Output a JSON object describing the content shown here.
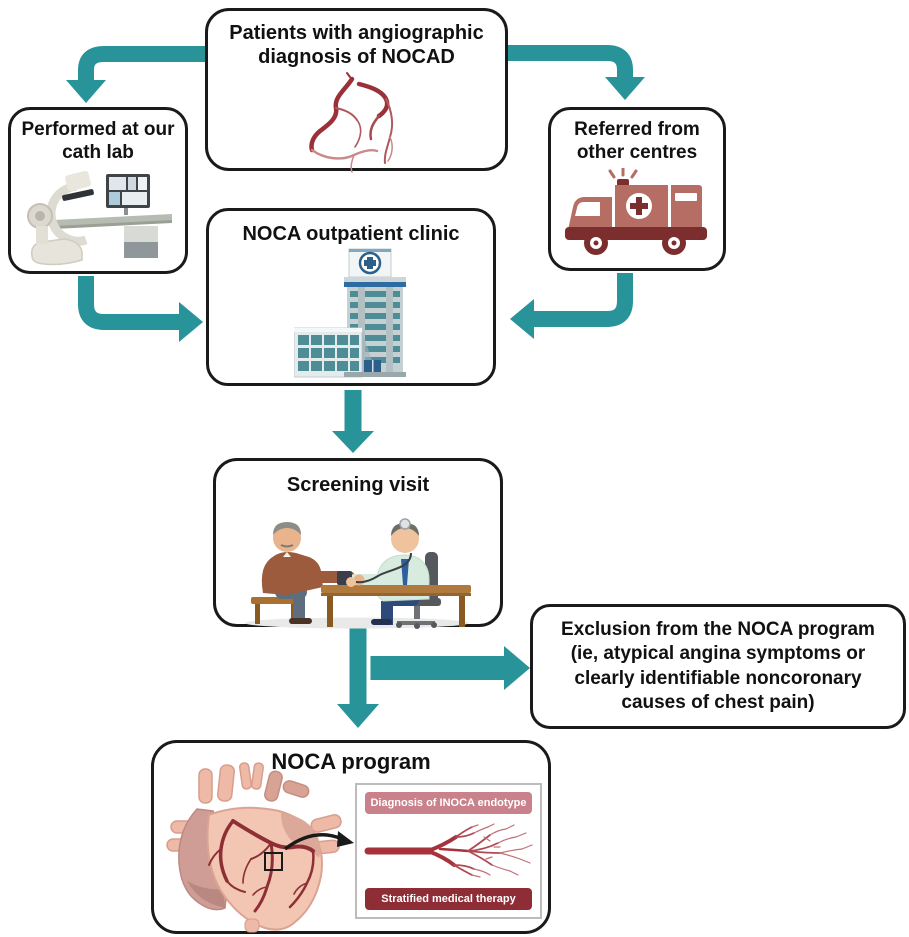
{
  "figure": {
    "type": "patient-flow-diagram",
    "colors": {
      "arrow_teal": "#29939A",
      "box_border": "#1A1A1A",
      "text": "#111111",
      "banner_pink_bg": "#C9818C",
      "banner_maroon_bg": "#8E2D35",
      "banner_text": "#FFFFFF",
      "vessel_red": "#A6323C",
      "background": "#FFFFFF"
    },
    "nodes": {
      "patients": {
        "label": "Patients with angiographic diagnosis of NOCAD",
        "icon": "coronary-angiogram-illustration"
      },
      "cath_lab": {
        "label": "Performed at our cath lab",
        "icon": "cath-lab-machine-illustration"
      },
      "referred": {
        "label": "Referred from other centres",
        "icon": "ambulance-illustration"
      },
      "clinic": {
        "label": "NOCA outpatient clinic",
        "icon": "hospital-building-illustration"
      },
      "screening": {
        "label": "Screening visit",
        "icon": "doctor-patient-blood-pressure-illustration"
      },
      "exclusion": {
        "label": "Exclusion from the NOCA program (ie, atypical angina symptoms or clearly identifiable noncoronary causes of chest pain)"
      },
      "program": {
        "label": "NOCA program",
        "icon": "heart-anatomy-illustration",
        "inset": {
          "top_banner": "Diagnosis of INOCA endotype",
          "bottom_banner": "Stratified medical therapy",
          "icon": "microvasculature-illustration"
        }
      }
    },
    "flow": [
      {
        "from": "patients",
        "to": "cath_lab"
      },
      {
        "from": "patients",
        "to": "referred"
      },
      {
        "from": "cath_lab",
        "to": "clinic"
      },
      {
        "from": "referred",
        "to": "clinic"
      },
      {
        "from": "clinic",
        "to": "screening"
      },
      {
        "from": "screening",
        "to": "program"
      },
      {
        "from": "screening",
        "to": "exclusion"
      }
    ]
  }
}
